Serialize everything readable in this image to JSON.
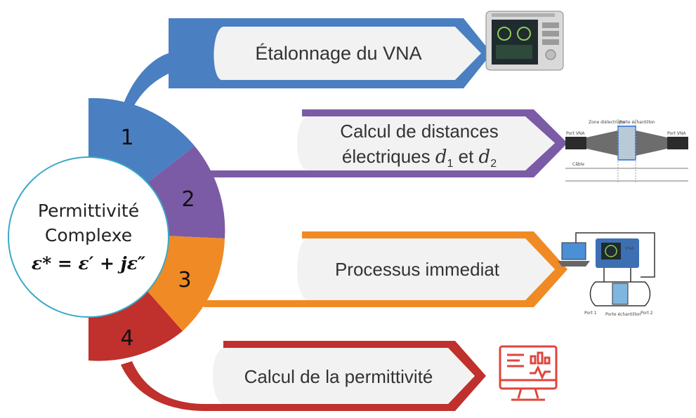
{
  "center": {
    "line1": "Permittivité",
    "line2": "Complexe",
    "formula": "ε* = ε′ + jε″"
  },
  "steps": [
    {
      "number": "1",
      "label": "Étalonnage du VNA",
      "color": "#4a7fc1",
      "icon": "vna-device-icon"
    },
    {
      "number": "2",
      "label_line1": "Calcul de distances",
      "label_line2_prefix": "électriques ",
      "d1": "d",
      "d1_sub": "1",
      "and": " et ",
      "d2": "d",
      "d2_sub": "2",
      "color": "#7b5ba6",
      "icon": "waveguide-schematic-icon"
    },
    {
      "number": "3",
      "label": "Processus immediat",
      "color": "#f08a24",
      "icon": "measurement-setup-icon"
    },
    {
      "number": "4",
      "label": "Calcul de la permittivité",
      "color": "#c0302c",
      "icon": "monitor-analytics-icon"
    }
  ],
  "schematic": {
    "port1": "Port VNA",
    "port2": "Port VNA",
    "zone": "Zone diélectrique",
    "sample": "Porte échantillon",
    "cable": "Câble"
  },
  "setup": {
    "vna": "VNA",
    "port1": "Port 1",
    "port2": "Port 2",
    "holder": "Porte échantillon"
  }
}
